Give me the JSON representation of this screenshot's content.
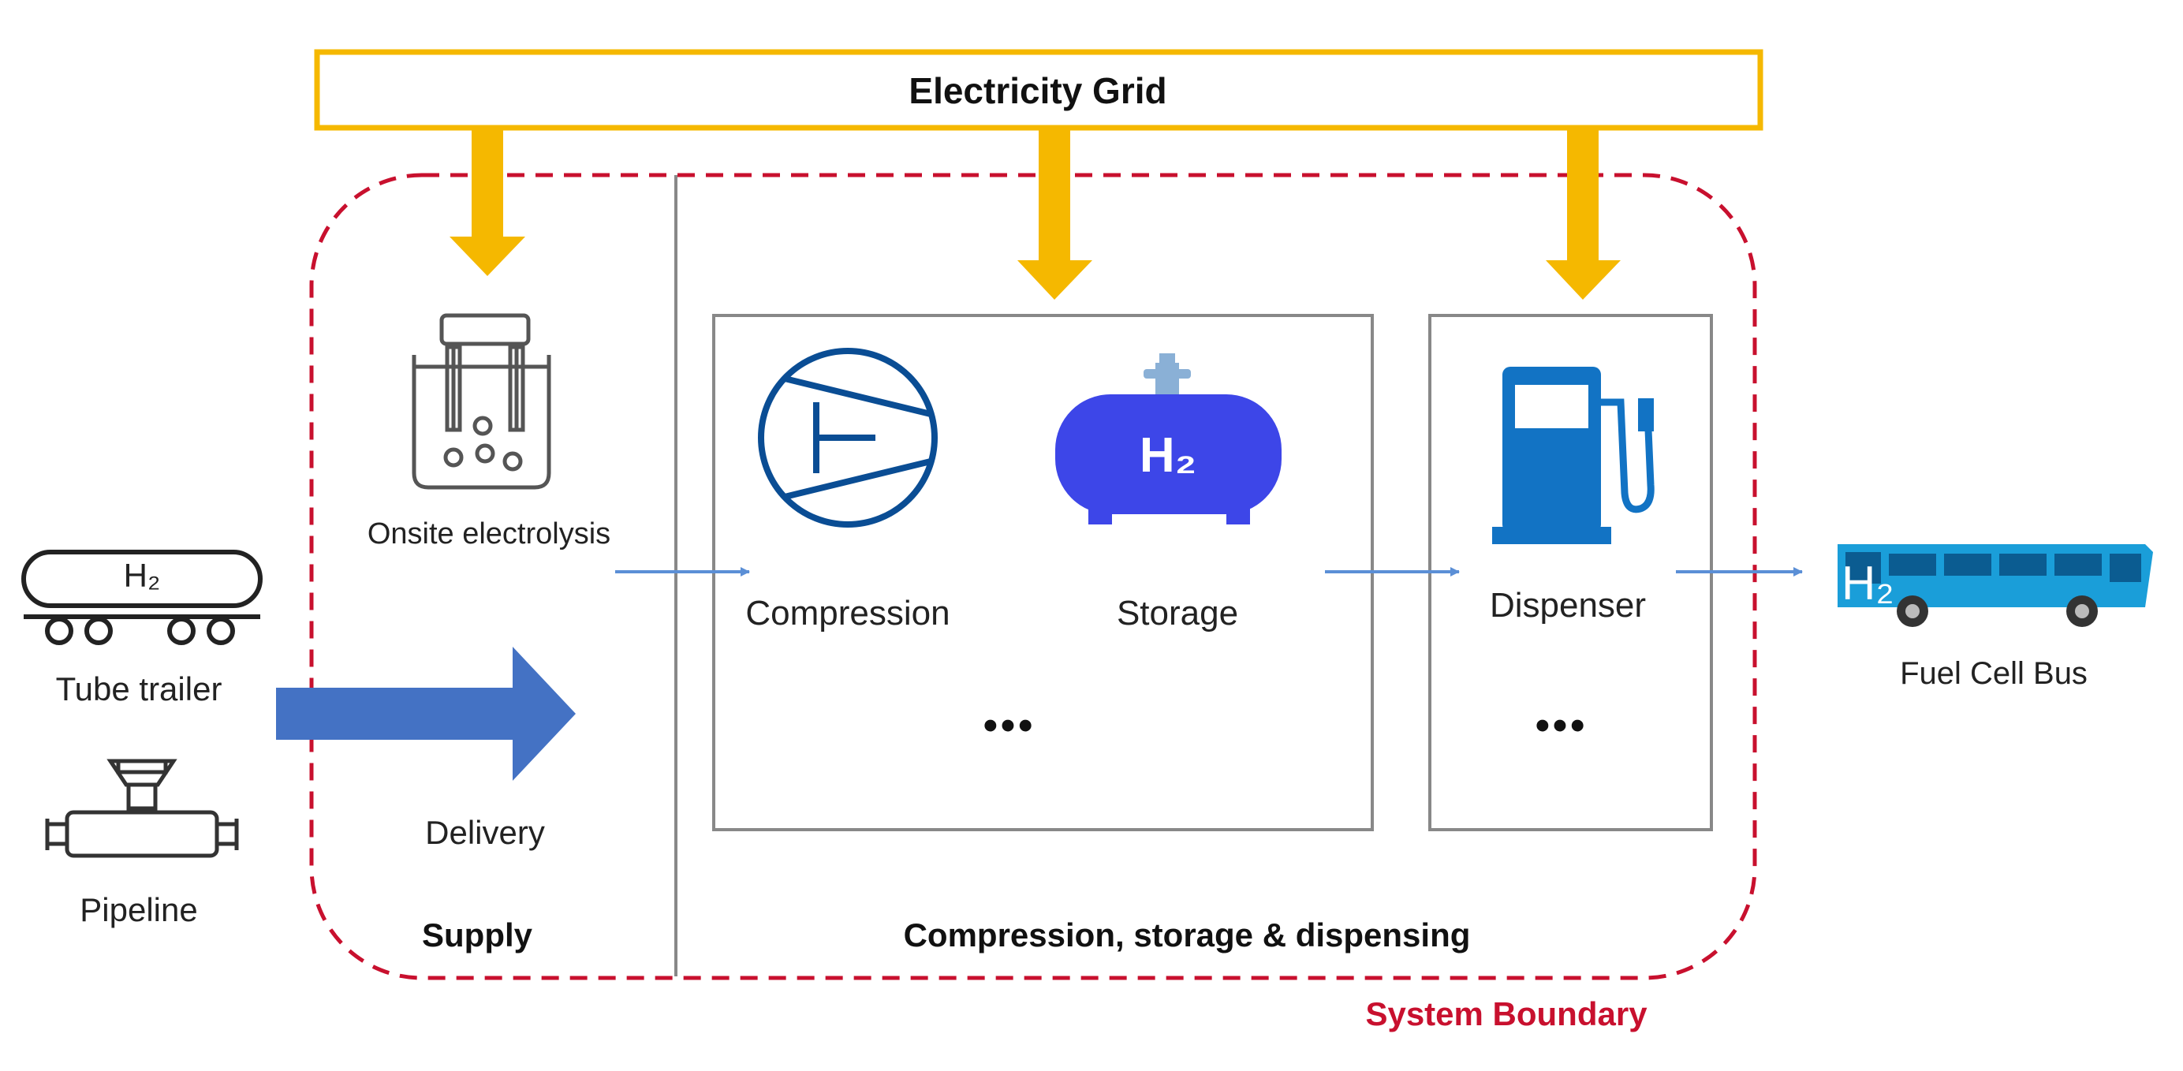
{
  "grid": {
    "label": "Electricity Grid"
  },
  "sources": [
    {
      "label": "Tube trailer",
      "icon": "tube-trailer-icon",
      "badge": "H₂"
    },
    {
      "label": "Pipeline",
      "icon": "pipeline-valve-icon"
    }
  ],
  "supply": {
    "title": "Supply",
    "electrolysis_label": "Onsite electrolysis",
    "delivery_label": "Delivery"
  },
  "csd": {
    "title": "Compression, storage & dispensing",
    "compression_label": "Compression",
    "storage_label": "Storage",
    "storage_badge": "H₂",
    "dispenser_label": "Dispenser",
    "ellipsis": "•••"
  },
  "bus": {
    "label": "Fuel Cell Bus",
    "badge": "H₂"
  },
  "boundary": {
    "label": "System Boundary"
  },
  "colors": {
    "grid": "#f5b800",
    "boundary": "#c8102e",
    "delivery_arrow": "#4472c4",
    "flow_arrow": "#5b8fd6",
    "compressor": "#0a4d94",
    "storage_tank": "#3d46e8",
    "dispenser": "#1273c4",
    "bus": "#1a9ed9"
  }
}
